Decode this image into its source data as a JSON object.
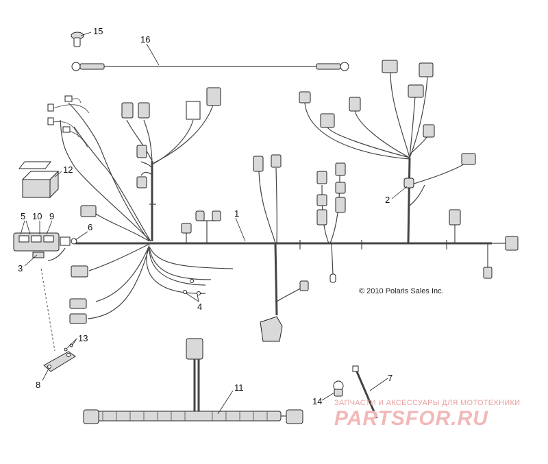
{
  "copyright": "© 2010 Polaris Sales Inc.",
  "callouts": {
    "c1": "1",
    "c2": "2",
    "c3": "3",
    "c4": "4",
    "c5": "5",
    "c6": "6",
    "c7": "7",
    "c8": "8",
    "c9": "9",
    "c10": "10",
    "c11": "11",
    "c12": "12",
    "c13": "13",
    "c14": "14",
    "c15": "15",
    "c16": "16"
  },
  "watermark": {
    "tagline": "ЗАПЧАСТИ И АКСЕССУАРЫ ДЛЯ МОТОТЕХНИКИ",
    "brand": "PARTSFOR.RU"
  },
  "colors": {
    "line": "#444444",
    "watermark": "#f2b8b8"
  }
}
